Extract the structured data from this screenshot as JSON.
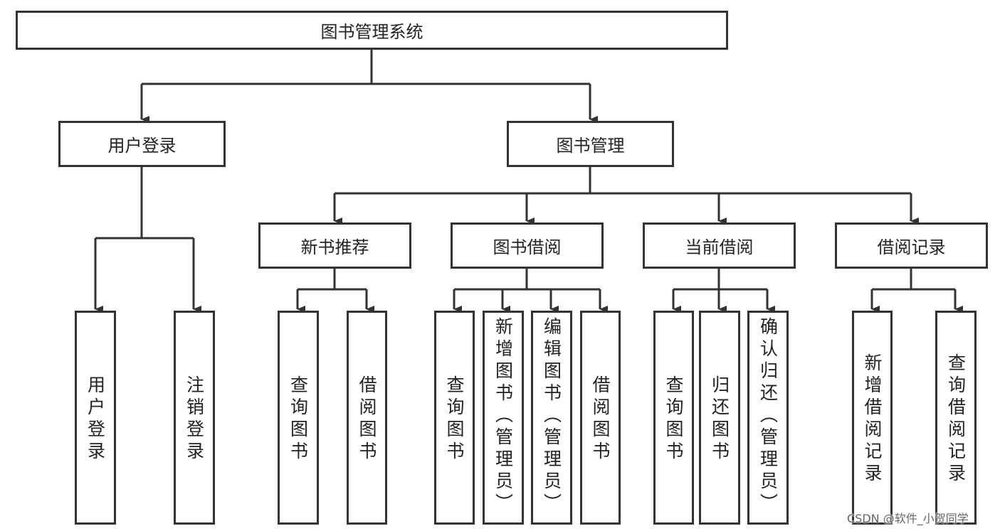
{
  "root": "图书管理系统",
  "level1": {
    "user_login": "用户登录",
    "book_mgmt": "图书管理"
  },
  "user_login_children": [
    "用户登录",
    "注销登录"
  ],
  "book_mgmt_children": {
    "new_books": "新书推荐",
    "borrow": "图书借阅",
    "current": "当前借阅",
    "records": "借阅记录"
  },
  "new_books_children": [
    "查询图书",
    "借阅图书"
  ],
  "borrow_children": [
    "查询图书",
    "新增图书（管理员）",
    "编辑图书（管理员）",
    "借阅图书"
  ],
  "current_children": [
    "查询图书",
    "归还图书",
    "确认归还（管理员）"
  ],
  "records_children": [
    "新增借阅记录",
    "查询借阅记录"
  ],
  "watermark": "CSDN @软件_小贺同学",
  "colors": {
    "stroke": "#333333",
    "background": "#ffffff"
  }
}
